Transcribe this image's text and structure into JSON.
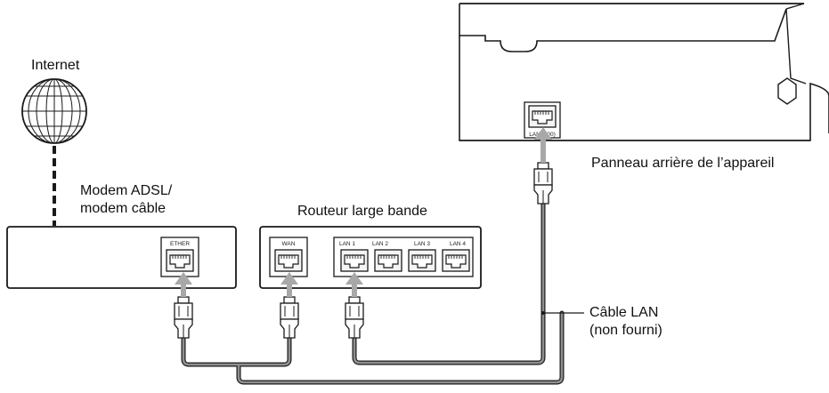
{
  "labels": {
    "internet": "Internet",
    "modem": "Modem ADSL/\nmodem câble",
    "router": "Routeur large bande",
    "rear_panel": "Panneau arrière de l’appareil",
    "cable": "Câble LAN\n(non fourni)"
  },
  "ports": {
    "ether": "ETHER",
    "wan": "WAN",
    "lan1": "LAN 1",
    "lan2": "LAN 2",
    "lan3": "LAN 3",
    "lan4": "LAN 4",
    "device_lan": "LAN (100)"
  },
  "colors": {
    "outline": "#1a1a1a",
    "cable": "#8f8f8f",
    "arrow": "#a8a8a8",
    "port_fill": "#f4f4f4"
  }
}
